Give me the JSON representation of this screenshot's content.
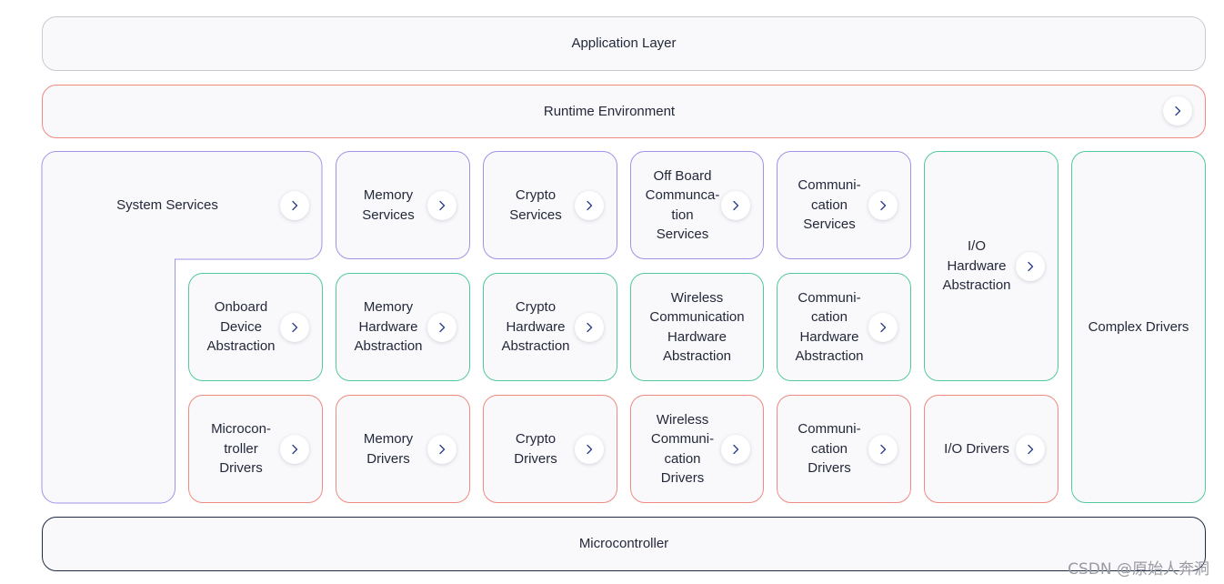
{
  "layers": {
    "application": "Application Layer",
    "runtime": "Runtime Environment",
    "microcontroller": "Microcontroller"
  },
  "services_row": {
    "system": "System Services",
    "memory": "Memory\nServices",
    "crypto": "Crypto\nServices",
    "offboard": "Off Board\nCommunca-\ntion\nServices",
    "communication": "Communi-\ncation\nServices"
  },
  "abstraction_row": {
    "onboard": "Onboard\nDevice\nAbstraction",
    "memory": "Memory\nHardware\nAbstraction",
    "crypto": "Crypto\nHardware\nAbstraction",
    "wireless": "Wireless\nCommunication\nHardware\nAbstraction",
    "communication": "Communi-\ncation\nHardware\nAbstraction"
  },
  "drivers_row": {
    "microcontroller": "Microcon-\ntroller\nDrivers",
    "memory": "Memory\nDrivers",
    "crypto": "Crypto\nDrivers",
    "wireless": "Wireless\nCommuni-\ncation\nDrivers",
    "communication": "Communi-\ncation\nDrivers",
    "io": "I/O Drivers"
  },
  "io_hardware_abstraction": "I/O\nHardware\nAbstraction",
  "complex_drivers": "Complex Drivers",
  "watermark": "CSDN @原始人奔洞",
  "colors": {
    "services_border": "#9d94e8",
    "abstraction_border": "#52c99a",
    "drivers_border": "#ef8a80",
    "runtime_border": "#ef8a80",
    "microcontroller_border": "#1f2a44",
    "application_border": "#c9c9d3",
    "box_fill": "#f9f9fb"
  },
  "icons": {
    "expand": "chevron-right-icon"
  }
}
